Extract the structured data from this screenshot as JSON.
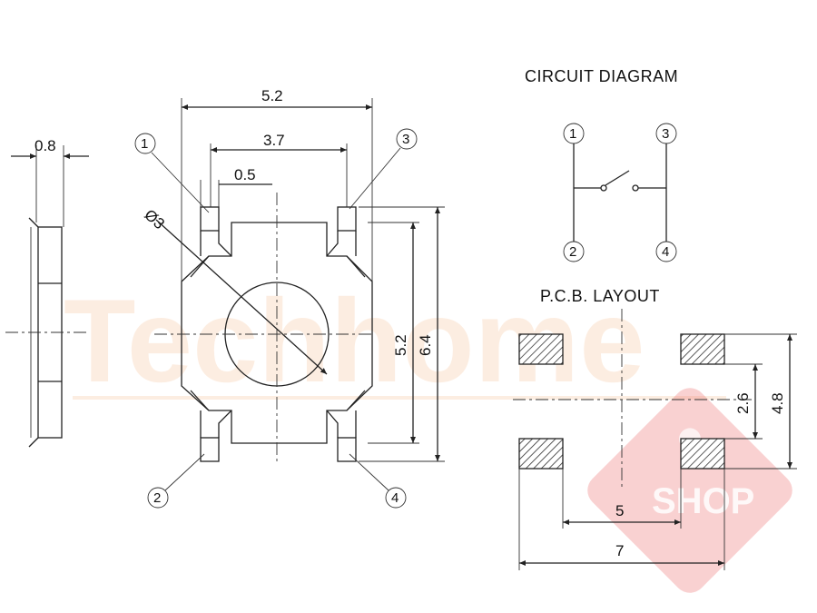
{
  "diagram": {
    "titles": {
      "circuit": "CIRCUIT DIAGRAM",
      "pcb": "P.C.B. LAYOUT"
    },
    "dimensions": {
      "side_thickness": "0.8",
      "body_width": "5.2",
      "pin_pitch": "3.7",
      "pin_width": "0.5",
      "actuator_diameter": "Ø3",
      "body_height": "5.2",
      "overall_height": "6.4",
      "pcb_pad_gap_v": "2.6",
      "pcb_height": "4.8",
      "pcb_pad_pitch_h": "5",
      "pcb_width": "7"
    },
    "pins": [
      "1",
      "2",
      "3",
      "4"
    ],
    "watermark": {
      "brand": "Techhome",
      "badge": "SHOP"
    },
    "colors": {
      "line": "#222222",
      "watermark": "#f6b27a",
      "badge": "#e85a5a"
    }
  }
}
